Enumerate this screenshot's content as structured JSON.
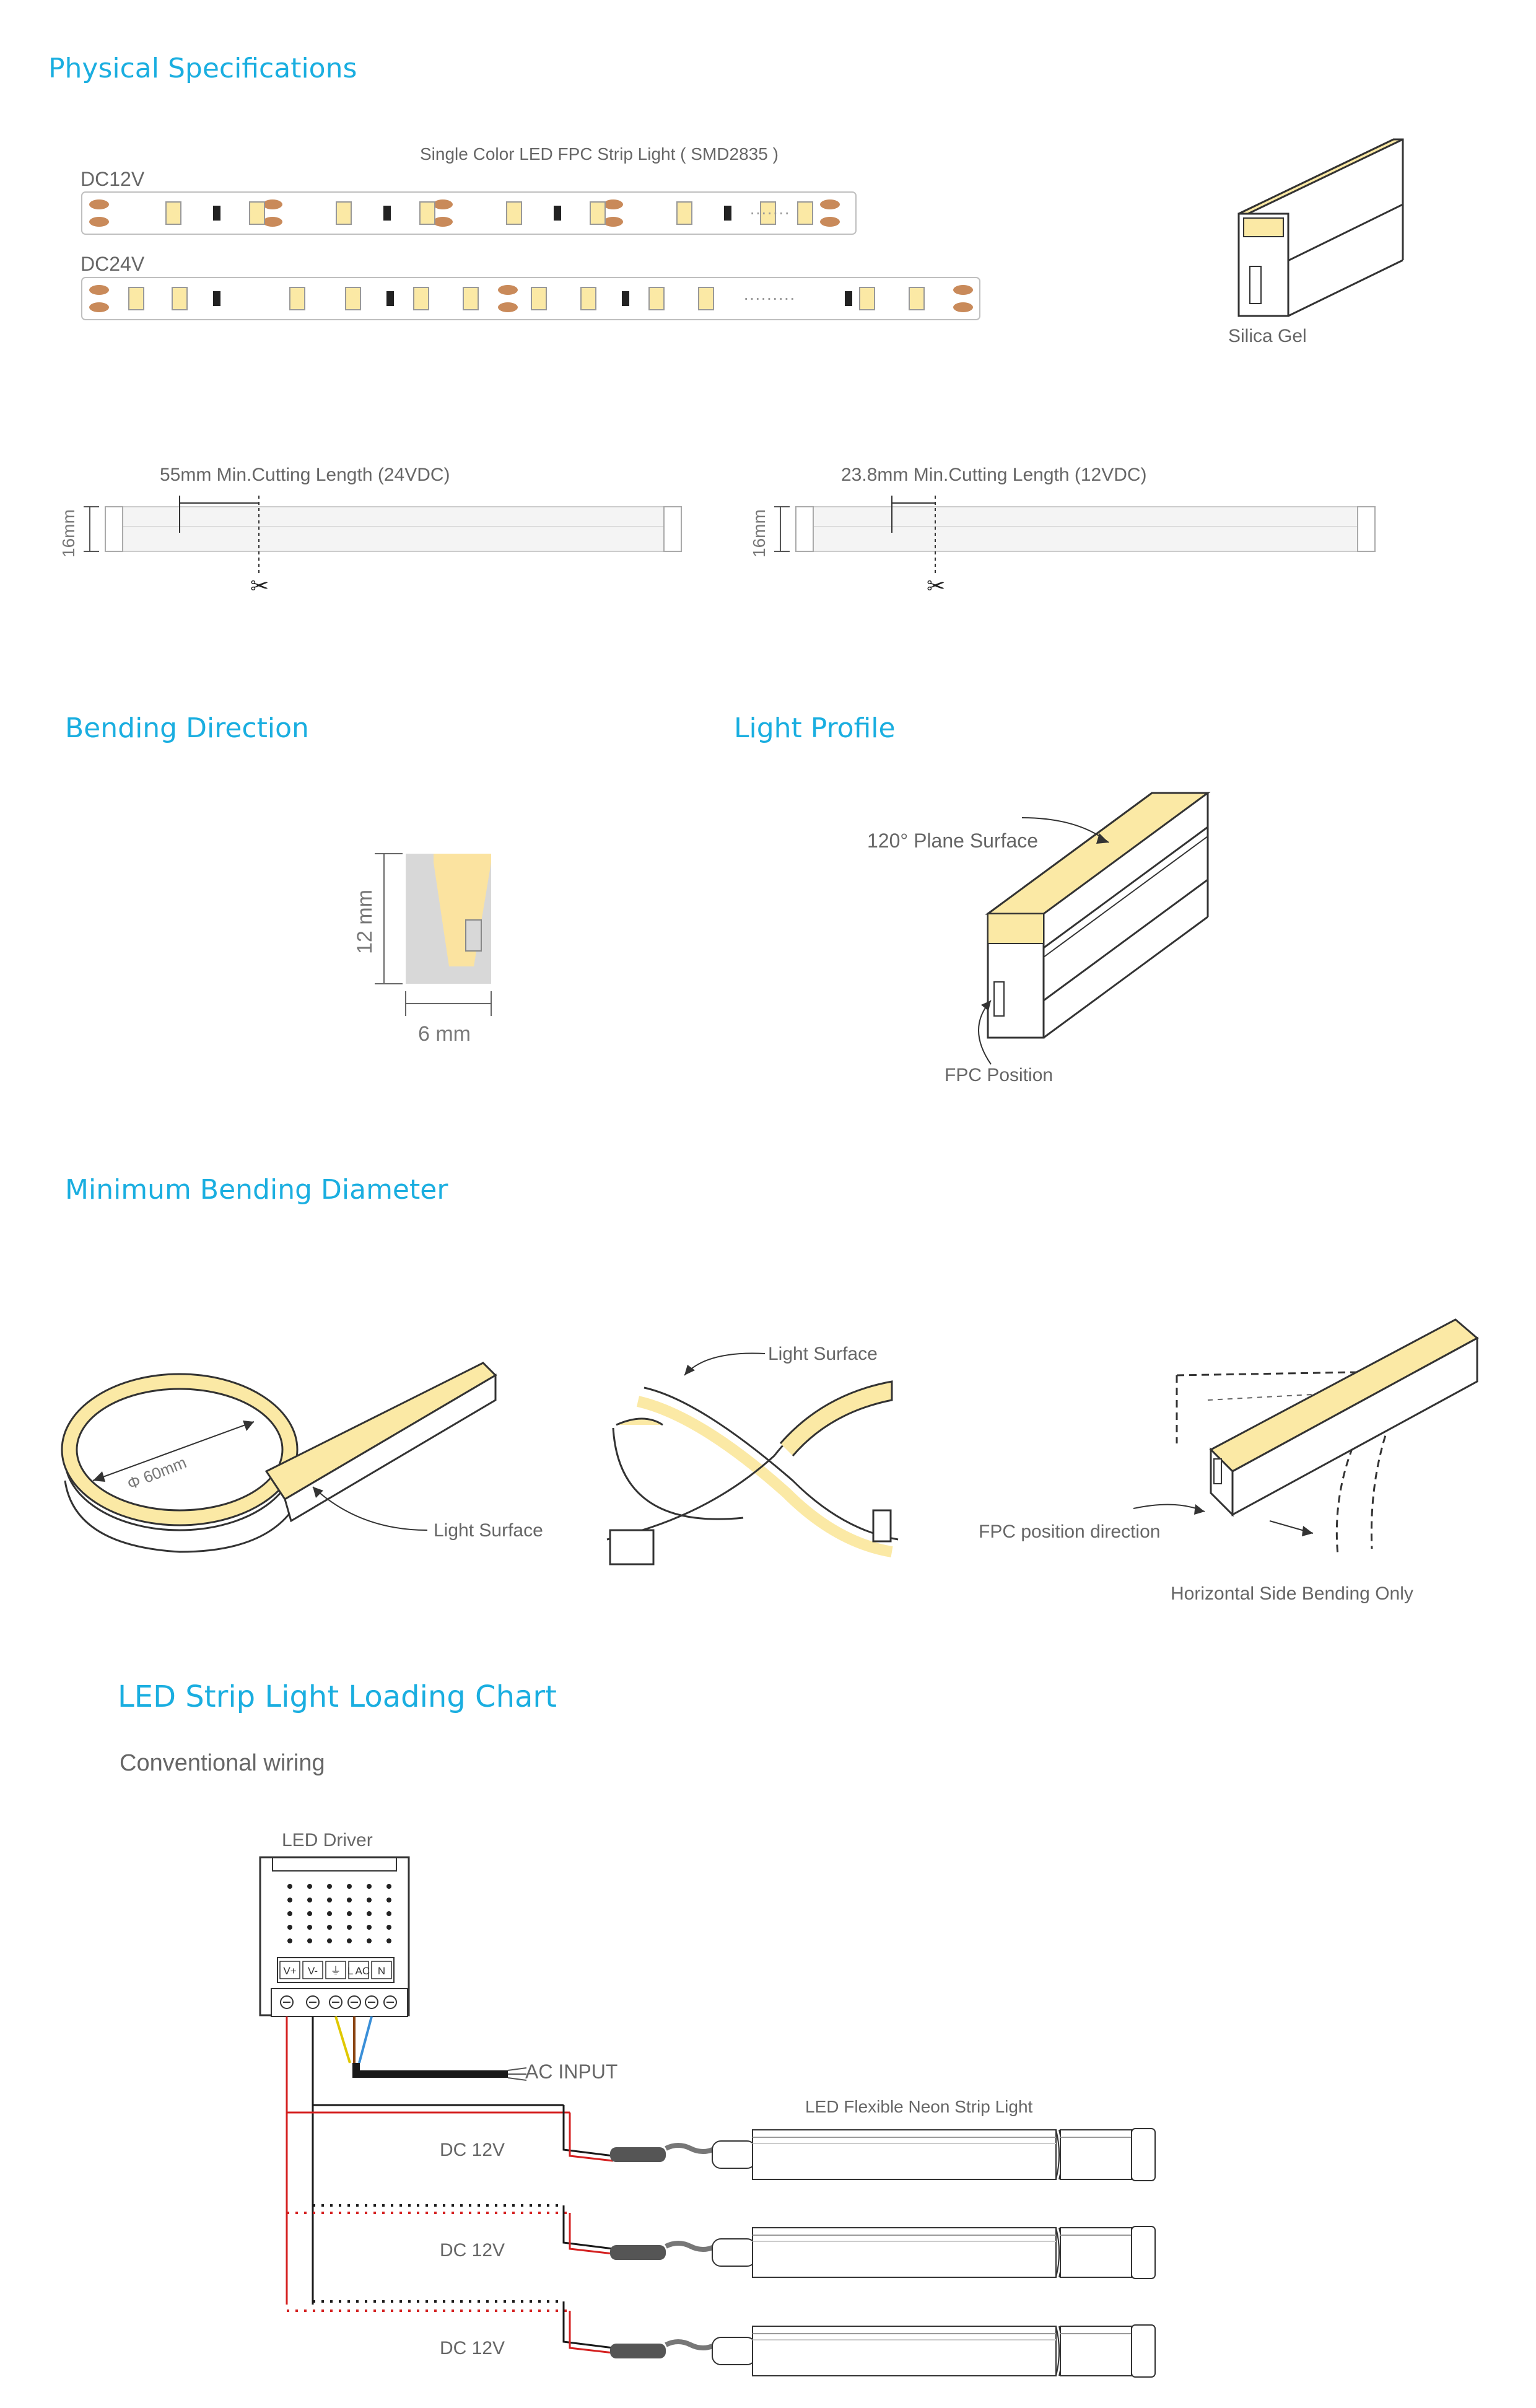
{
  "colors": {
    "heading": "#1aaee0",
    "label": "#666666",
    "led_yellow": "#fbe9a5",
    "silicone_gray": "#d8d8d8",
    "pad_copper": "#c98a5a",
    "wire_red": "#d42020",
    "wire_black": "#1a1a1a",
    "wire_yellow": "#e0c800",
    "wire_blue": "#3a8fd8"
  },
  "sections": {
    "physical": {
      "title": "Physical Specifications",
      "strip_title": "Single Color  LED FPC Strip Light  ( SMD2835 )",
      "dc12_label": "DC12V",
      "dc24_label": "DC24V",
      "silica_label": "Silica Gel",
      "cut24_label": "55mm Min.Cutting Length  (24VDC)",
      "cut12_label": "23.8mm Min.Cutting Length  (12VDC)",
      "height_label": "16mm"
    },
    "bending": {
      "title": "Bending Direction",
      "height_label": "12 mm",
      "width_label": "6 mm"
    },
    "profile": {
      "title": "Light Profile",
      "plane_label": "120° Plane Surface",
      "fpc_label": "FPC Position"
    },
    "min_bend": {
      "title": "Minimum Bending Diameter",
      "diameter_label": "Φ 60mm",
      "light_surface_1": "Light Surface",
      "light_surface_2": "Light Surface",
      "fpc_direction": "FPC position direction",
      "horizontal_only": "Horizontal Side Bending Only"
    },
    "loading": {
      "title": "LED  Strip Light  Loading Chart",
      "subtitle": "Conventional wiring",
      "driver_label": "LED  Driver",
      "terminals": [
        "V+",
        "V-",
        "⏚",
        "L AC",
        "N"
      ],
      "ac_input": "AC  INPUT",
      "strip_label": "LED  Flexible Neon Strip Light",
      "dc_labels": [
        "DC 12V",
        "DC 12V",
        "DC 12V"
      ]
    }
  }
}
